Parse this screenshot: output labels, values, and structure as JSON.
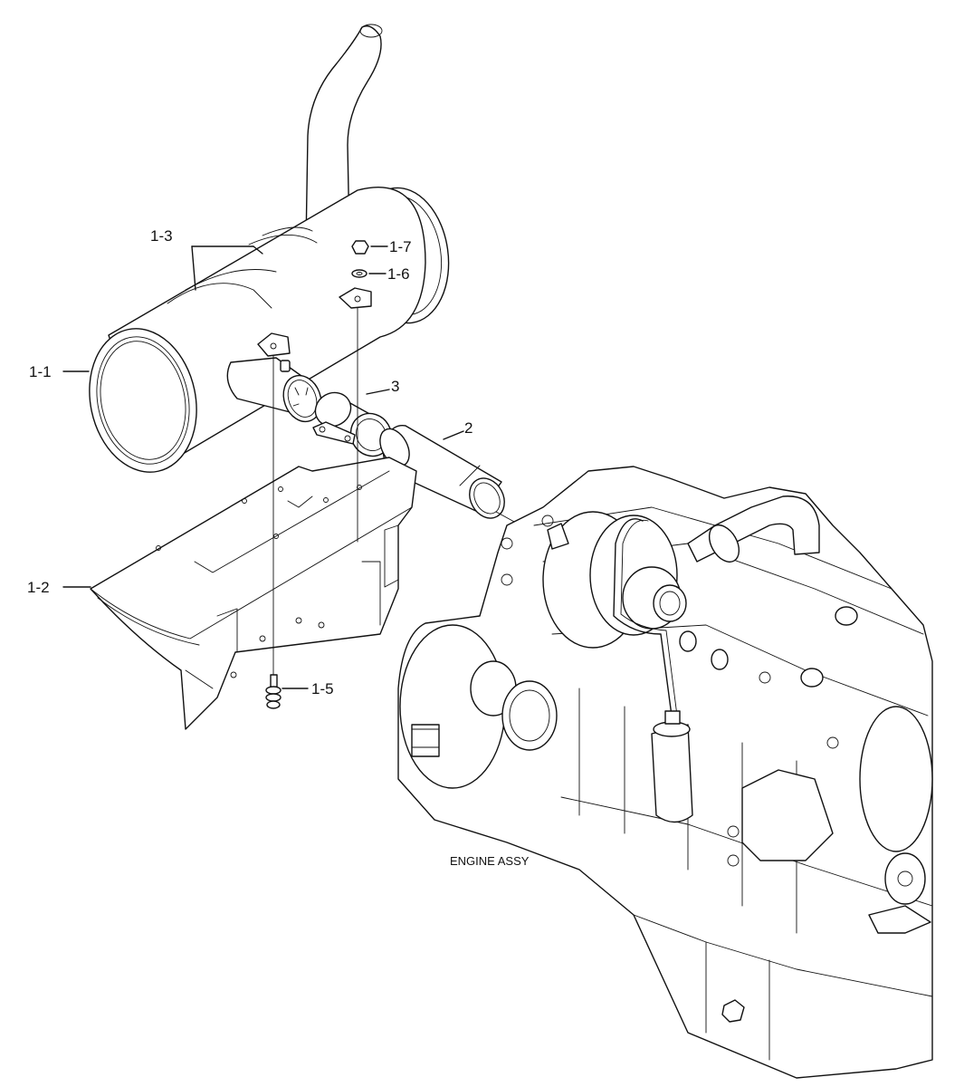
{
  "callouts": {
    "c_1_1": "1-1",
    "c_1_2": "1-2",
    "c_1_3": "1-3",
    "c_1_5": "1-5",
    "c_1_6": "1-6",
    "c_1_7": "1-7",
    "c_2": "2",
    "c_3": "3"
  },
  "engine_caption": "ENGINE ASSY",
  "colors": {
    "line": "#111111",
    "background": "#ffffff"
  }
}
